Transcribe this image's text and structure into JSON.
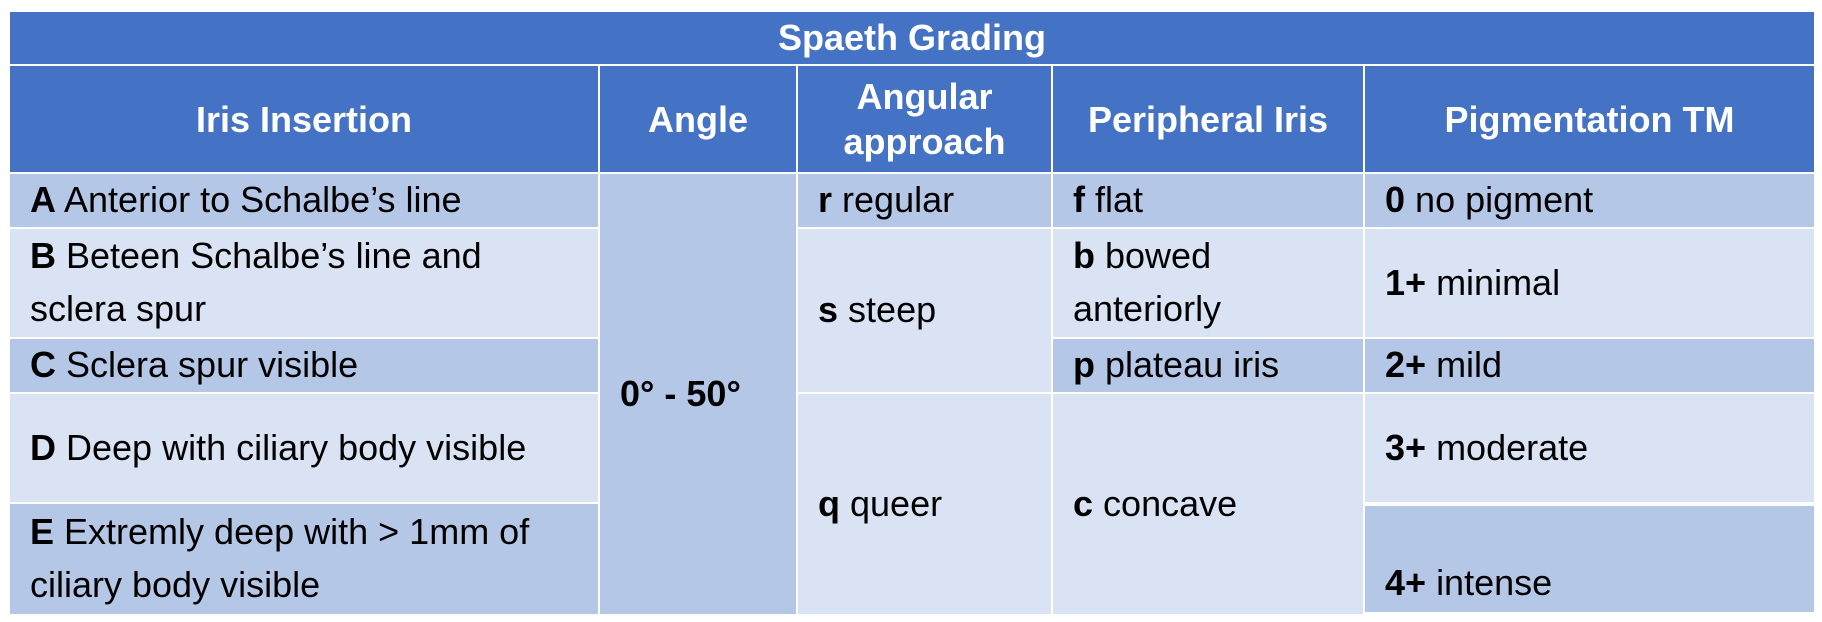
{
  "title": "Spaeth Grading",
  "headers": {
    "iris_insertion": "Iris Insertion",
    "angle": "Angle",
    "angular_approach": "Angular approach",
    "peripheral_iris": "Peripheral Iris",
    "pigmentation": "Pigmentation TM"
  },
  "iris_insertion": {
    "a": {
      "code": "A",
      "text": "Anterior to Schalbe’s line"
    },
    "b": {
      "code": "B",
      "text": "Beteen Schalbe’s line and sclera spur"
    },
    "c": {
      "code": "C",
      "text": "Sclera spur visible"
    },
    "d": {
      "code": "D",
      "text": "Deep with ciliary body visible"
    },
    "e": {
      "code": "E",
      "text": "Extremly deep with > 1mm of ciliary body visible"
    }
  },
  "angle": {
    "value": "0° - 50°"
  },
  "angular_approach": {
    "r": {
      "code": "r",
      "text": "regular"
    },
    "s": {
      "code": "s",
      "text": "steep"
    },
    "q": {
      "code": "q",
      "text": "queer"
    }
  },
  "peripheral_iris": {
    "f": {
      "code": "f",
      "text": "flat"
    },
    "b": {
      "code": "b",
      "text": "bowed anteriorly"
    },
    "p": {
      "code": "p",
      "text": "plateau iris"
    },
    "c": {
      "code": "c",
      "text": "concave"
    }
  },
  "pigmentation": {
    "g0": {
      "code": "0",
      "text": "no pigment"
    },
    "g1": {
      "code": "1+",
      "text": "minimal"
    },
    "g2": {
      "code": "2+",
      "text": "mild"
    },
    "g3": {
      "code": "3+",
      "text": "moderate"
    },
    "g4": {
      "code": "4+",
      "text": "intense"
    }
  }
}
